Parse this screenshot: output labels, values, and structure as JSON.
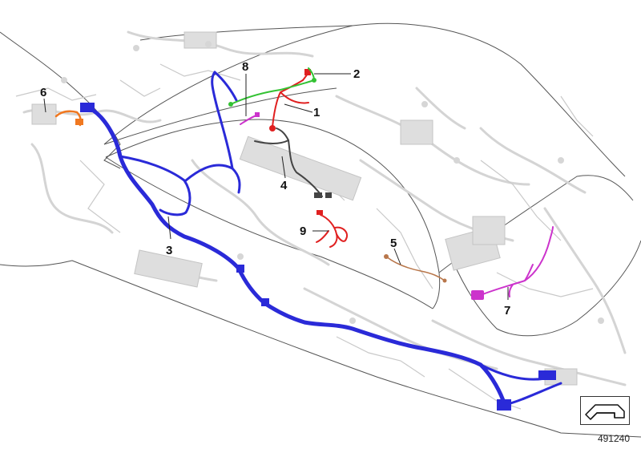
{
  "callouts": [
    {
      "id": "1",
      "label": "1"
    },
    {
      "id": "2",
      "label": "2"
    },
    {
      "id": "3",
      "label": "3"
    },
    {
      "id": "4",
      "label": "4"
    },
    {
      "id": "5",
      "label": "5"
    },
    {
      "id": "6",
      "label": "6"
    },
    {
      "id": "7",
      "label": "7"
    },
    {
      "id": "8",
      "label": "8"
    },
    {
      "id": "9",
      "label": "9"
    }
  ],
  "reference_number": "491240",
  "colors": {
    "harness_3": "#2a2ad8",
    "harness_1": "#e02020",
    "harness_2": "#33c233",
    "harness_4": "#444444",
    "harness_5": "#b8764a",
    "harness_6": "#f07820",
    "harness_7": "#cc33cc",
    "harness_8": "#cc33cc",
    "harness_9": "#e02020",
    "ghost_wiring": "#c9c9c9"
  },
  "icons": [
    "navigation-arrow-icon"
  ]
}
